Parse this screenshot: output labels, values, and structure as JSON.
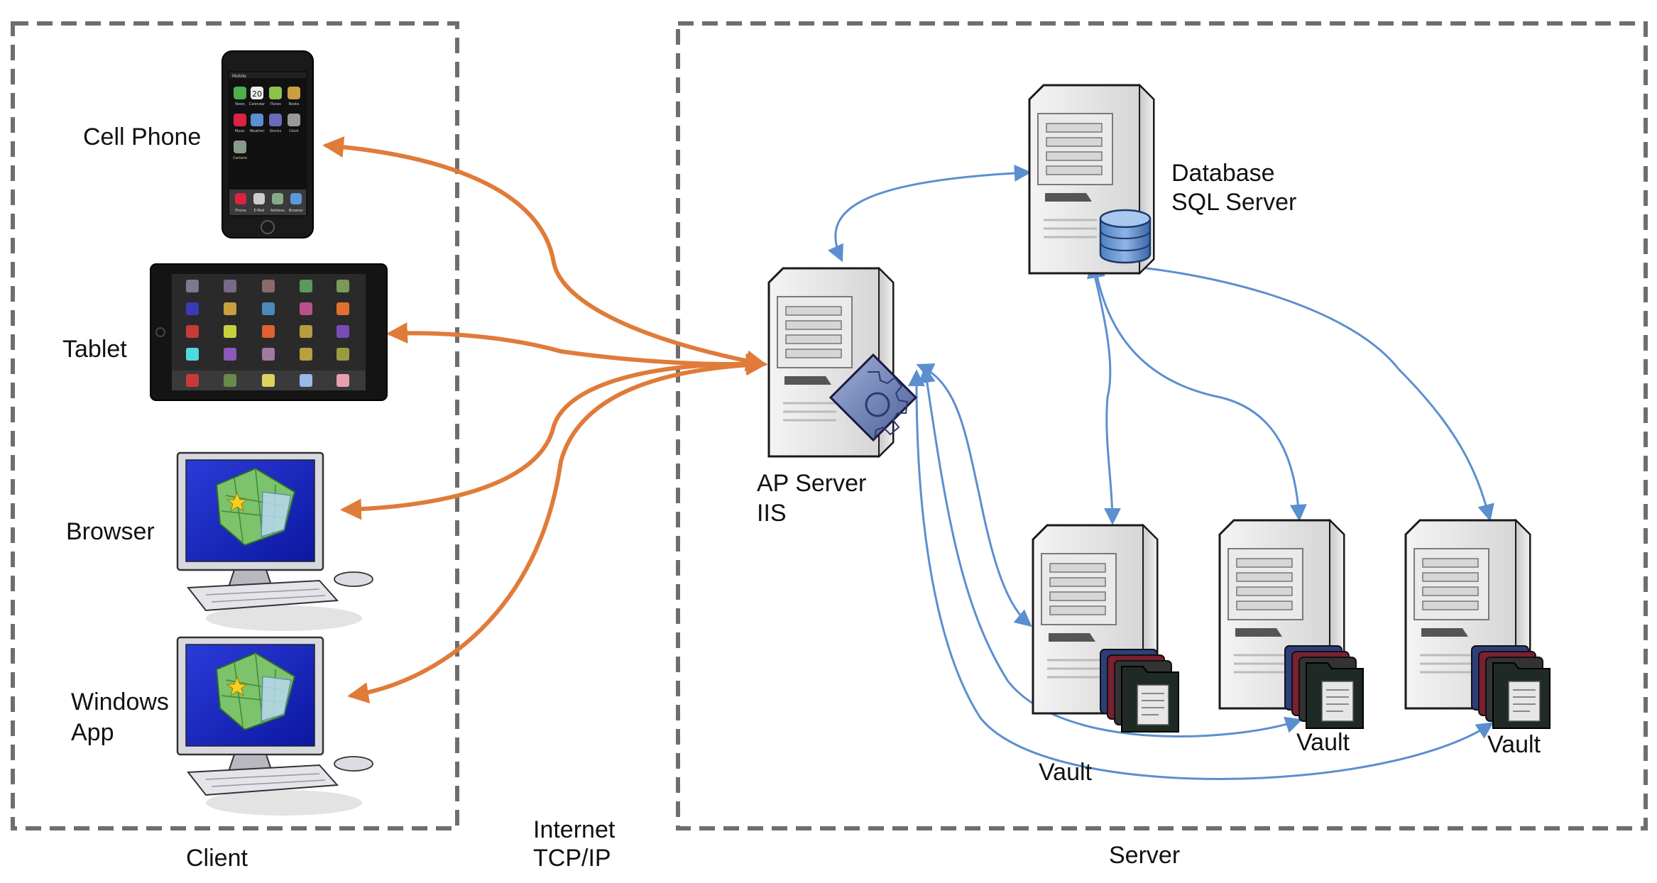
{
  "groups": {
    "client": {
      "caption": "Client"
    },
    "server": {
      "caption": "Server"
    },
    "network": {
      "line1": "Internet",
      "line2": "TCP/IP"
    }
  },
  "devices": {
    "cell_phone": {
      "label": "Cell Phone"
    },
    "tablet": {
      "label": "Tablet"
    },
    "browser": {
      "label": "Browser"
    },
    "windows_app": {
      "line1": "Windows",
      "line2": "App"
    }
  },
  "servers": {
    "database": {
      "line1": "Database",
      "line2": "SQL Server"
    },
    "app_server": {
      "line1": "AP Server",
      "line2": "IIS"
    },
    "vaults": [
      {
        "label": "Vault"
      },
      {
        "label": "Vault"
      },
      {
        "label": "Vault"
      }
    ]
  },
  "phone_screen": {
    "carrier": "Mobile",
    "date_number": "20",
    "app_labels": [
      "News",
      "Calendar",
      "iTunes",
      "Books",
      "Music",
      "Weather",
      "Stocks",
      "Clock",
      "Camera"
    ],
    "dock_labels": [
      "Phone",
      "E-Mail",
      "Address",
      "Browser"
    ]
  },
  "colors": {
    "client_link": "#e07b39",
    "server_link": "#5b8fd0",
    "group_border": "#6e6e6e"
  }
}
